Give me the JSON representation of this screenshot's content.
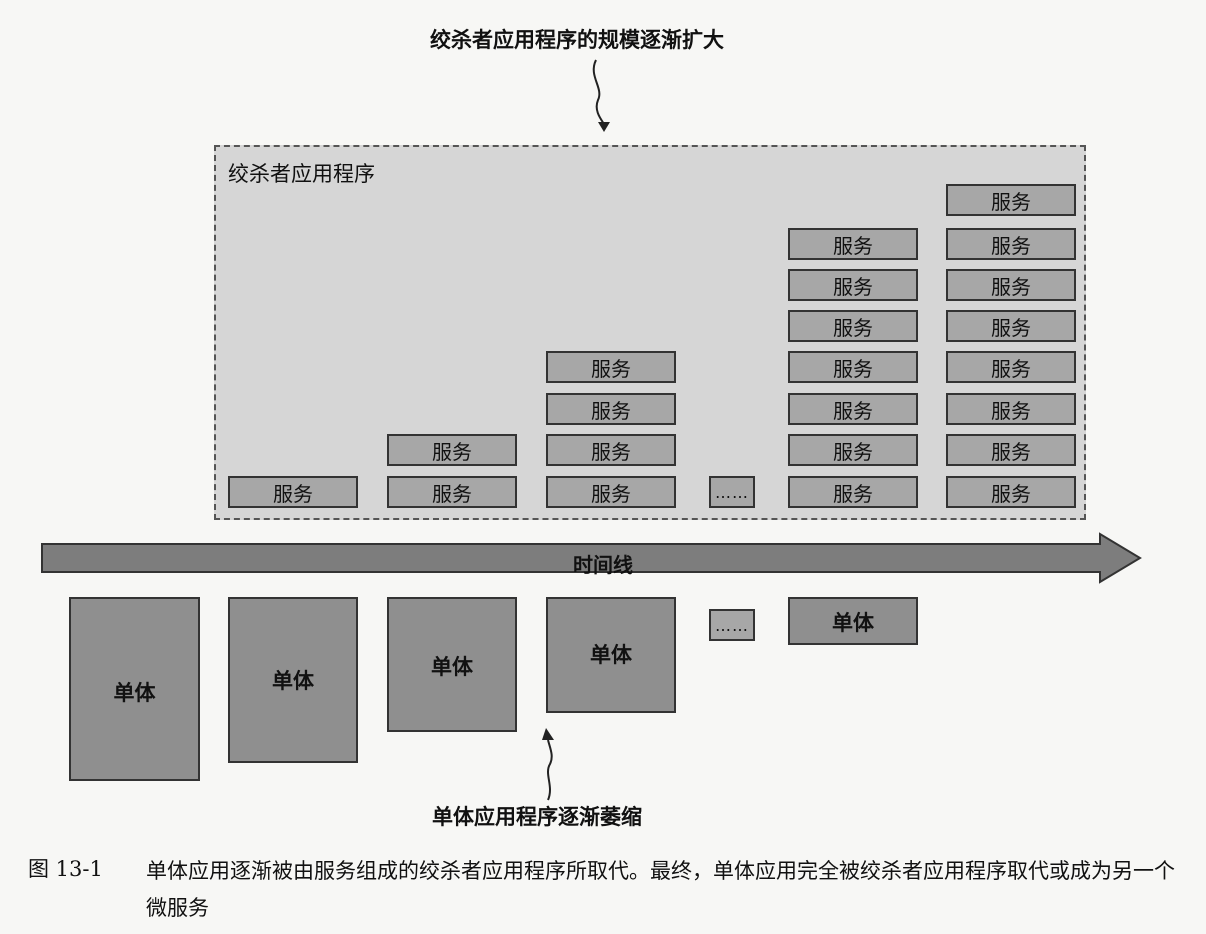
{
  "labels": {
    "top": "绞杀者应用程序的规模逐渐扩大",
    "bottom": "单体应用程序逐渐萎缩"
  },
  "strangler": {
    "title": "绞杀者应用程序",
    "service_label": "服务",
    "dots_label": "……"
  },
  "timeline": {
    "label": "时间线"
  },
  "monolith": {
    "label": "单体",
    "dots_label": "……"
  },
  "caption": {
    "number": "图 13-1",
    "text": "单体应用逐渐被由服务组成的绞杀者应用程序所取代。最终，单体应用完全被绞杀者应用程序取代或成为另一个微服务"
  },
  "colors": {
    "service_fill": "#a7a7a7",
    "monolith_fill": "#8f8f8f",
    "container_fill": "#d6d6d6",
    "timeline_fill": "#7d7d7d"
  }
}
